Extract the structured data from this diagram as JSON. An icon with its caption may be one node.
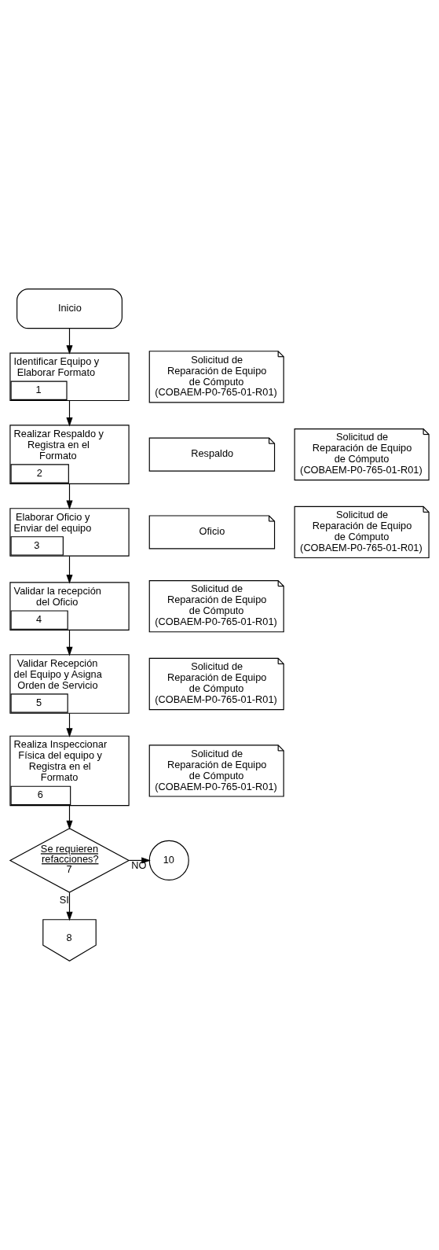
{
  "diagram": {
    "nodes": [
      {
        "text": [
          "Inicio"
        ]
      },
      {
        "text": [
          "Identificar Equipo y Elaborar Formato",
          "1"
        ]
      },
      {
        "text": [
          "Solicitud de Reparación de Equipo de Cómputo (COBAEM-P0-765-01-R01)"
        ]
      },
      {
        "text": [
          "Realizar Respaldo y Registra en el Formato",
          "2"
        ]
      },
      {
        "text": [
          "Respaldo"
        ]
      },
      {
        "text": [
          "Solicitud de Reparación de Equipo de Cómputo (COBAEM-P0-765-01-R01)"
        ]
      },
      {
        "text": [
          "Elaborar Oficio y Enviar del equipo",
          "3"
        ]
      },
      {
        "text": [
          "Oficio"
        ]
      },
      {
        "text": [
          "Solicitud de Reparación de Equipo de Cómputo (COBAEM-P0-765-01-R01)"
        ]
      },
      {
        "text": [
          "Validar la recepción del Oficio",
          "4"
        ]
      },
      {
        "text": [
          "Solicitud de Reparación de Equipo de Cómputo (COBAEM-P0-765-01-R01)"
        ]
      },
      {
        "text": [
          "Validar Recepción del Equipo y Asigna Orden de Servicio",
          "5"
        ]
      },
      {
        "text": [
          "Solicitud de Reparación de Equipo de Cómputo (COBAEM-P0-765-01-R01)"
        ]
      },
      {
        "text": [
          "Realiza Inspeccionar Física del equipo y Registra en el Formato",
          "6"
        ]
      },
      {
        "text": [
          "Solicitud de Reparación de Equipo de Cómputo (COBAEM-P0-765-01-R01)"
        ]
      },
      {
        "text": [
          "Se requieren refacciones?",
          "7"
        ]
      },
      {
        "text": [
          "10"
        ]
      },
      {
        "text": [
          "8"
        ]
      }
    ],
    "edges": [
      {
        "from": 0,
        "to": 1,
        "arrow": "to"
      },
      {
        "from": 1,
        "to": 3,
        "arrow": "to"
      },
      {
        "from": 3,
        "to": 6,
        "arrow": "to"
      },
      {
        "from": 6,
        "to": 9,
        "arrow": "to"
      },
      {
        "from": 9,
        "to": 11,
        "arrow": "to"
      },
      {
        "from": 11,
        "to": 13,
        "arrow": "to"
      },
      {
        "from": 13,
        "to": 15,
        "arrow": "to"
      },
      {
        "from": 15,
        "to": 16,
        "label": "NO",
        "arrow": "to"
      },
      {
        "from": 15,
        "to": 17,
        "label": "SI",
        "arrow": "to"
      }
    ]
  }
}
